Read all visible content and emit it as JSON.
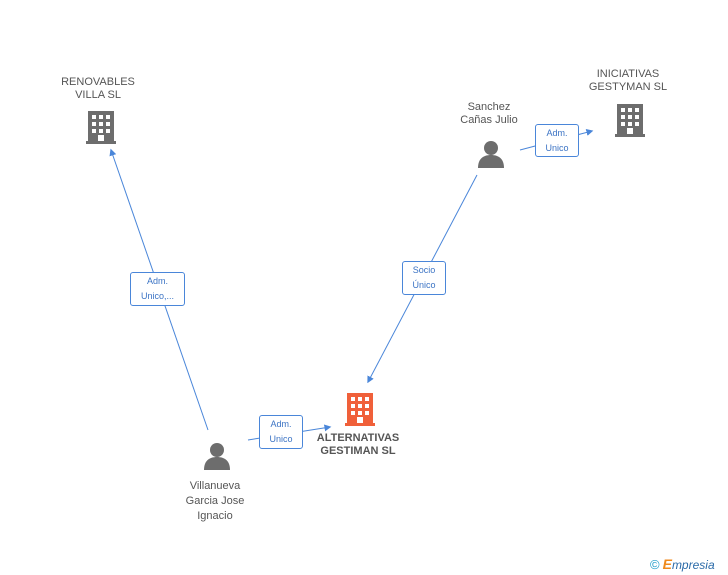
{
  "nodes": {
    "renovables": {
      "line1": "RENOVABLES",
      "line2": "VILLA SL"
    },
    "iniciativas": {
      "line1": "INICIATIVAS",
      "line2": "GESTYMAN SL"
    },
    "sanchez": {
      "line1": "Sanchez",
      "line2": "Cañas Julio"
    },
    "villanueva": {
      "line1": "Villanueva",
      "line2": "Garcia Jose",
      "line3": "Ignacio"
    },
    "alternativas": {
      "line1": "ALTERNATIVAS",
      "line2": "GESTIMAN SL"
    }
  },
  "relations": {
    "sanchez_iniciativas": {
      "line1": "Adm.",
      "line2": "Unico"
    },
    "sanchez_alternativas": {
      "line1": "Socio",
      "line2": "Único"
    },
    "villanueva_renovables": {
      "line1": "Adm.",
      "line2": "Unico,..."
    },
    "villanueva_alternativas": {
      "line1": "Adm.",
      "line2": "Unico"
    }
  },
  "colors": {
    "edge": "#4a86d9",
    "building": "#6d6d6d",
    "building_main": "#f0603a",
    "person": "#6d6d6d"
  },
  "brand": {
    "symbol": "©",
    "initial": "E",
    "rest": "mpresia"
  }
}
